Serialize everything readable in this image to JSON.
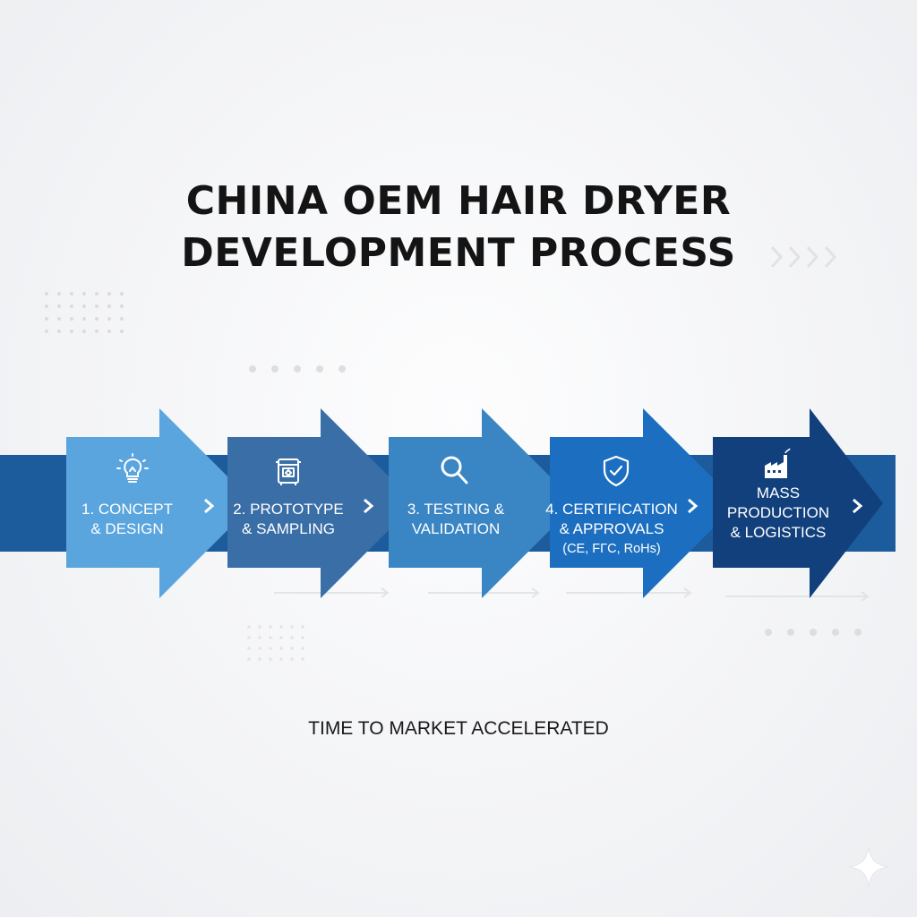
{
  "title": {
    "line1": "CHINA OEM HAIR DRYER",
    "line2": "DEVELOPMENT PROCESS"
  },
  "colors": {
    "band": "#1c5c9c",
    "stage1": "#5aa5de",
    "stage2": "#3a6ea6",
    "stage3": "#3a85c4",
    "stage4": "#1c6fc0",
    "stage5": "#12407c"
  },
  "stages": [
    {
      "icon": "lightbulb-icon",
      "line1": "1. CONCEPT",
      "line2": "& DESIGN",
      "line3": ""
    },
    {
      "icon": "prototype-machine-icon",
      "line1": "2. PROTOTYPE",
      "line2": "& SAMPLING",
      "line3": ""
    },
    {
      "icon": "magnifier-icon",
      "line1": "3. TESTING &",
      "line2": "VALIDATION",
      "line3": ""
    },
    {
      "icon": "shield-check-icon",
      "line1": "4. CERTIFICATION",
      "line2": "& APPROVALS",
      "line3": "(CE, FΓC, RoHs)"
    },
    {
      "icon": "factory-icon",
      "line1": "MASS",
      "line2": "PRODUCTION",
      "line3": "& LOGISTICS"
    }
  ],
  "footer": "TIME TO MARKET ACCELERATED"
}
